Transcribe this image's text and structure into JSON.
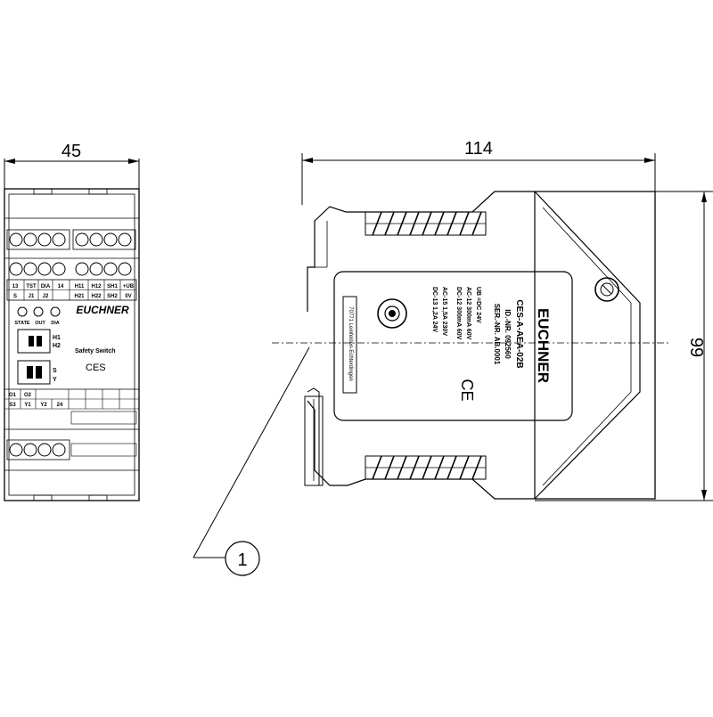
{
  "dimensions": {
    "width_front": "45",
    "width_side": "114",
    "height_side": "99"
  },
  "front": {
    "terminal_top_row": [
      "13",
      "TST",
      "DIA",
      "14",
      "H11",
      "H12",
      "SH1",
      "+UB"
    ],
    "terminal_bottom_row": [
      "S",
      "J1",
      "J2",
      "",
      "H21",
      "H22",
      "SH2",
      "0V"
    ],
    "leds": [
      "STATE",
      "OUT",
      "DIA"
    ],
    "brand": "EUCHNER",
    "switch_h_labels": [
      "H1",
      "H2"
    ],
    "product_line1": "Safety Switch",
    "product_line2": "CES",
    "switch_s_labels": [
      "S",
      "Y"
    ],
    "out_labels": [
      "O1",
      "O2"
    ],
    "lower_terminals": [
      "S3",
      "Y1",
      "Y2",
      "24"
    ]
  },
  "side": {
    "brand": "EUCHNER",
    "model": "CES-A-AEA-02B",
    "id_no": "ID.-NR. 092560",
    "ser_no": "SER.-NR. AB.0001",
    "ratings": [
      "UB =DC 24V",
      "AC-12  300mA  60V",
      "DC-12  300mA  60V",
      "AC-15  1,5A   230V",
      "DC-13  1,2A   24V"
    ],
    "ce_mark": "CE",
    "address": "70771 Leinfelden-Echterdingen"
  },
  "callout": "1"
}
